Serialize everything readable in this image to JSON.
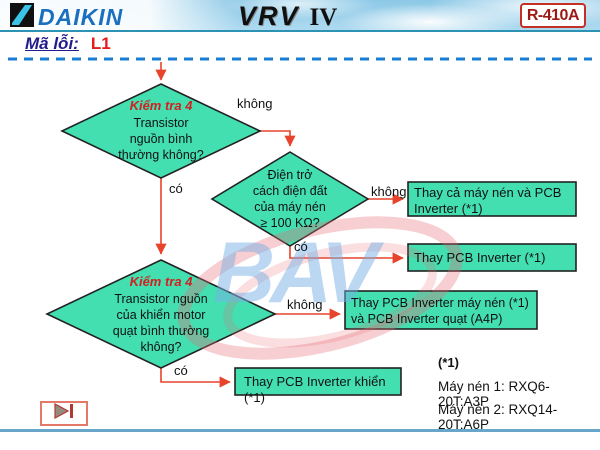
{
  "header": {
    "brand": "DAIKIN",
    "product": "VRV",
    "product_mark": "IV",
    "badge": "R-410A"
  },
  "error_code": {
    "label": "Mã lỗi:",
    "code": "L1"
  },
  "flowchart": {
    "yes": "có",
    "no": "không",
    "d1": {
      "title": "Kiểm tra 4",
      "lines": [
        "Transistor",
        "nguồn bình",
        "thường không?"
      ]
    },
    "d2": {
      "lines": [
        "Điện trở",
        "cách điện đất",
        "của máy nén",
        "≥ 100 KΩ?"
      ]
    },
    "d3": {
      "title": "Kiểm tra 4",
      "lines": [
        "Transistor nguồn",
        "của khiển motor",
        "quạt bình thường",
        "không?"
      ]
    },
    "a1": "Thay cả máy nén và PCB Inverter (*1)",
    "a2": "Thay PCB Inverter (*1)",
    "a3": "Thay PCB Inverter máy nén (*1) và PCB Inverter quạt (A4P)",
    "a4": "Thay PCB Inverter khiển (*1)"
  },
  "notes": {
    "ref": "(*1)",
    "line1": "Máy nén 1: RXQ6-20T:A3P",
    "line2": "Máy nén 2: RXQ14-20T:A6P"
  },
  "watermark": "BAV",
  "colors": {
    "shape_fill": "#43DFB1",
    "arrow": "#E8432B",
    "dashed_line": "#1B7CD4",
    "brand_blue": "#1B6FBF",
    "badge_red": "#9C1A15",
    "error_red": "#E31B1B",
    "label_navy": "#211C8C",
    "bottom_line": "#67A5C9"
  }
}
